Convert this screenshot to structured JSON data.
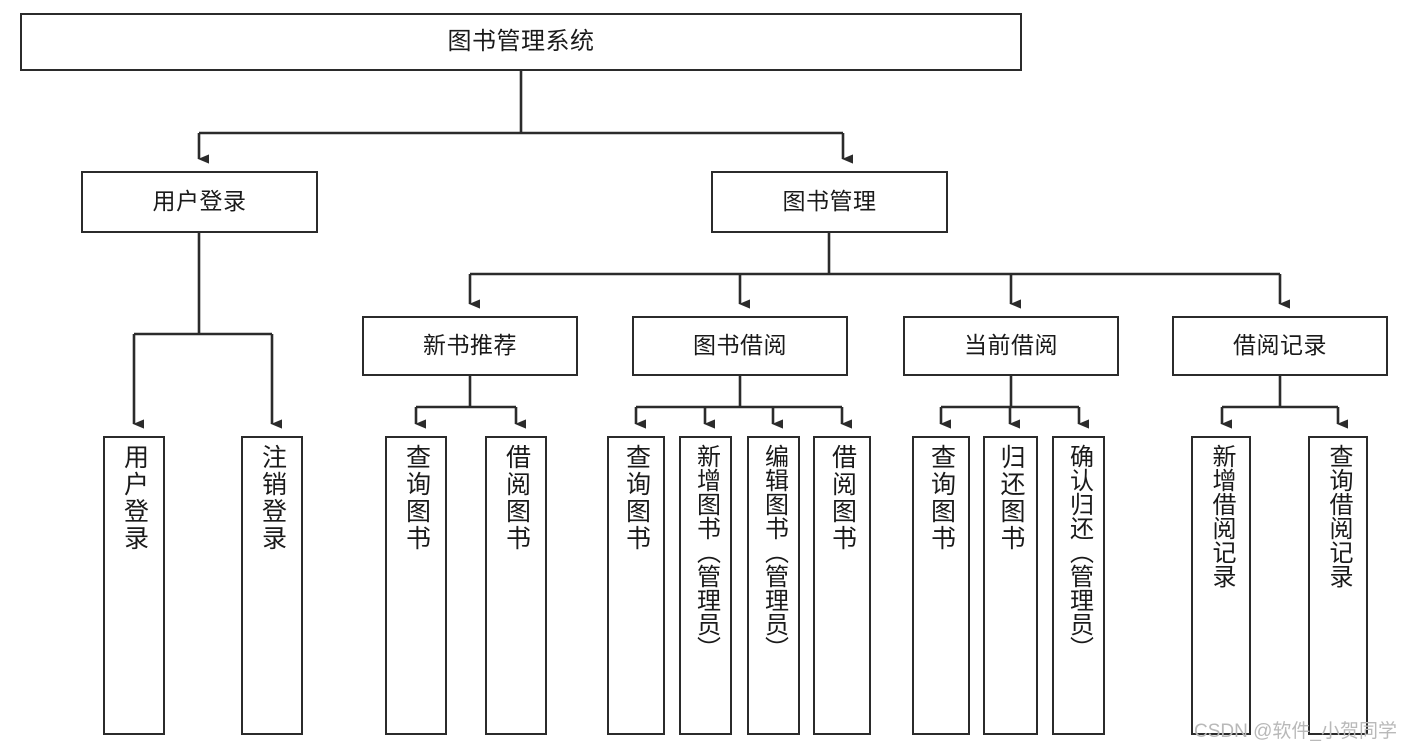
{
  "diagram": {
    "title": "图书管理系统",
    "type": "tree-hierarchy-chart",
    "line_color": "#2b2b2b",
    "box_fill": "#ffffff",
    "watermark": "CSDN @软件_小贺同学",
    "levels": {
      "root": {
        "label": "图书管理系统"
      },
      "level2": [
        {
          "label": "用户登录"
        },
        {
          "label": "图书管理"
        }
      ],
      "level3": [
        {
          "label": "新书推荐"
        },
        {
          "label": "图书借阅"
        },
        {
          "label": "当前借阅"
        },
        {
          "label": "借阅记录"
        }
      ],
      "leaves": {
        "user_login": [
          {
            "label": "用户登录"
          },
          {
            "label": "注销登录"
          }
        ],
        "new_book_recommend": [
          {
            "label": "查询图书"
          },
          {
            "label": "借阅图书"
          }
        ],
        "book_borrow": [
          {
            "label": "查询图书"
          },
          {
            "label": "新增图书（管理员）"
          },
          {
            "label": "编辑图书（管理员）"
          },
          {
            "label": "借阅图书"
          }
        ],
        "current_borrow": [
          {
            "label": "查询图书"
          },
          {
            "label": "归还图书"
          },
          {
            "label": "确认归还（管理员）"
          }
        ],
        "borrow_record": [
          {
            "label": "新增借阅记录"
          },
          {
            "label": "查询借阅记录"
          }
        ]
      }
    }
  }
}
